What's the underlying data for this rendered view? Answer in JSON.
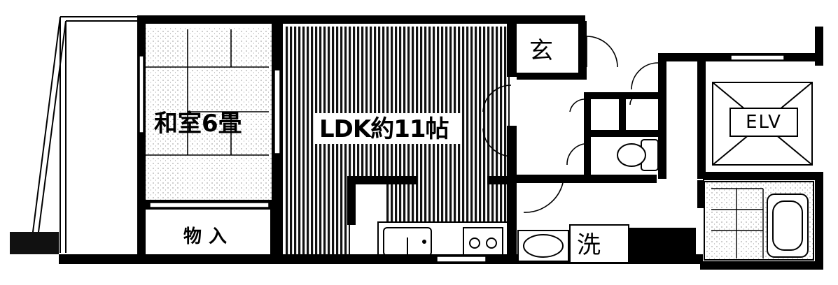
{
  "rooms": {
    "washitsu": "和室6畳",
    "ldk": "LDK約11帖",
    "storage": "物入",
    "entrance": "玄",
    "elevator": "ELV",
    "washroom": "洗"
  },
  "colors": {
    "wall": "#000000",
    "floor_stripe": "#111111",
    "background": "#ffffff"
  }
}
